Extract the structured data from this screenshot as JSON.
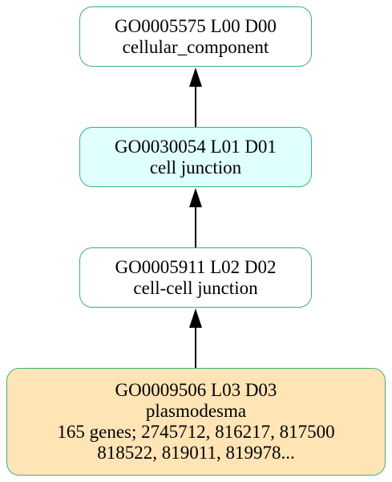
{
  "colors": {
    "border": "#3cb371",
    "root_fill": "#ffffff",
    "level1_fill": "#e0ffff",
    "level2_fill": "#ffffff",
    "leaf_fill": "#ffe4b5",
    "edge": "#000000"
  },
  "nodes": [
    {
      "id": "GO0005575 L00 D00",
      "name": "cellular_component"
    },
    {
      "id": "GO0030054 L01 D01",
      "name": "cell junction"
    },
    {
      "id": "GO0005911 L02 D02",
      "name": "cell-cell junction"
    },
    {
      "id": "GO0009506 L03 D03",
      "name": "plasmodesma",
      "genes_line1": "165 genes; 2745712, 816217, 817500",
      "genes_line2": "818522, 819011, 819978..."
    }
  ],
  "edges": [
    {
      "from": "GO0030054 L01 D01",
      "to": "GO0005575 L00 D00"
    },
    {
      "from": "GO0005911 L02 D02",
      "to": "GO0030054 L01 D01"
    },
    {
      "from": "GO0009506 L03 D03",
      "to": "GO0005911 L02 D02"
    }
  ]
}
